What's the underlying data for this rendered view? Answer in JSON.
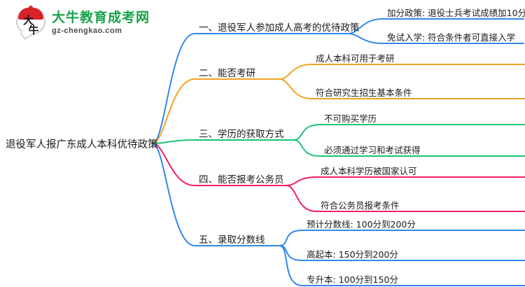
{
  "logo": {
    "mark_icon": "speech-bubble-daniu-icon",
    "mark_glyph_1": "大",
    "mark_glyph_2": "牛",
    "title": "大牛教育成考网",
    "subtitle": "gz-chengkao.com",
    "title_color": "#17a349",
    "mark_accent_color": "#d8232a"
  },
  "mindmap": {
    "root": "退役军人报广东成人本科优待政策",
    "branches": [
      {
        "label": "一、退役军人参加成人高考的优待政策",
        "color": "#3388ee",
        "leaves": [
          "加分政策: 退役士兵考试成绩加10分",
          "免试入学: 符合条件者可直接入学"
        ]
      },
      {
        "label": "二、能否考研",
        "color": "#f0a424",
        "leaves": [
          "成人本科可用于考研",
          "符合研究生招生基本条件"
        ]
      },
      {
        "label": "三、学历的获取方式",
        "color": "#1ec27a",
        "leaves": [
          "不可购买学历",
          "必须通过学习和考试获得"
        ]
      },
      {
        "label": "四、能否报考公务员",
        "color": "#f21f6c",
        "leaves": [
          "成人本科学历被国家认可",
          "符合公务员报考条件"
        ]
      },
      {
        "label": "五、录取分数线",
        "color": "#3388ee",
        "leaves": [
          "预计分数线: 100分到200分",
          "高起本: 150分到200分",
          "专升本: 100分到150分"
        ]
      }
    ]
  }
}
